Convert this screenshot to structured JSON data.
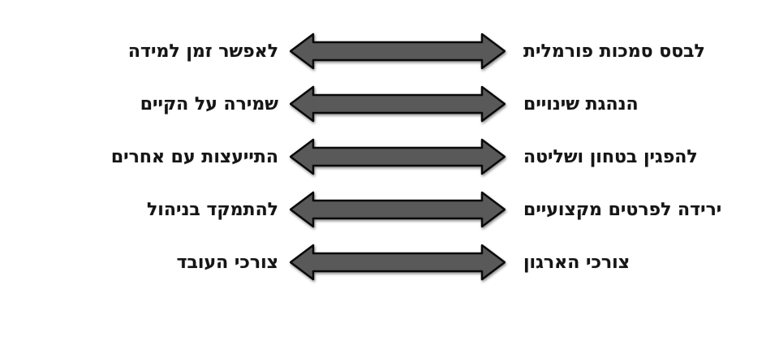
{
  "diagram": {
    "description": "Five bidirectional tension pairs connected by double-headed arrows",
    "arrow": {
      "fill_color": "#595959",
      "outline_color": "#0a0a0a",
      "icon": "double-headed-horizontal-arrow"
    },
    "background_color": "#ffffff",
    "text_color": "#151515",
    "rows": [
      {
        "left": "לאפשר זמן למידה",
        "right": "לבסס סמכות פורמלית"
      },
      {
        "left": "שמירה על הקיים",
        "right": "הנהגת שינויים"
      },
      {
        "left": "התייעצות עם אחרים",
        "right": "להפגין בטחון ושליטה"
      },
      {
        "left": "להתמקד בניהול",
        "right": "ירידה לפרטים מקצועיים"
      },
      {
        "left": "צורכי העובד",
        "right": "צורכי הארגון"
      }
    ]
  }
}
